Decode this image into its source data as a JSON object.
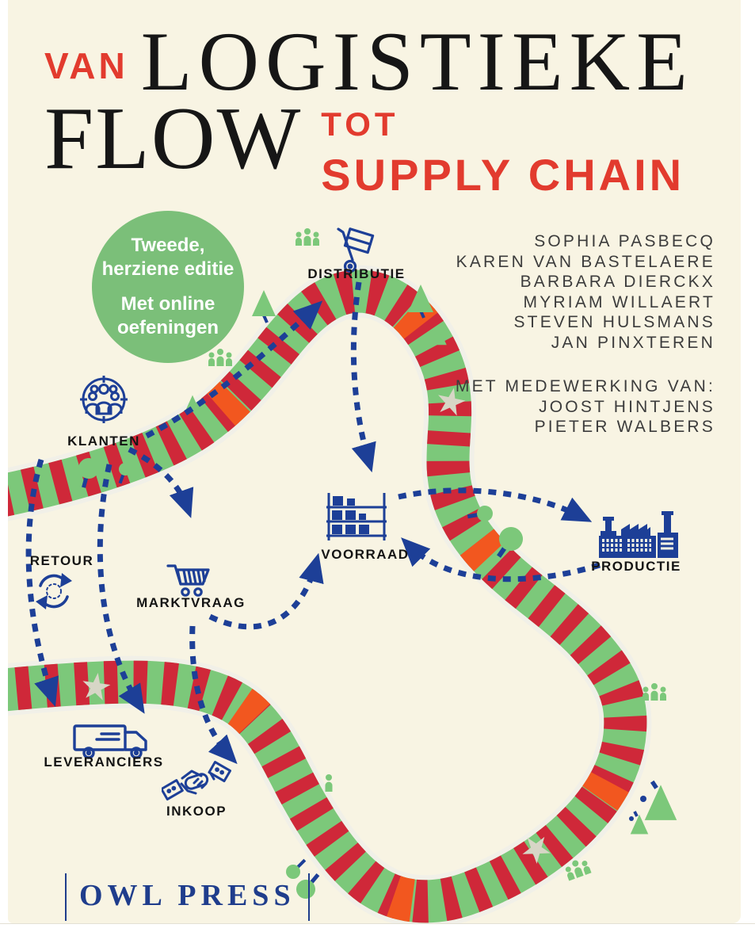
{
  "title": {
    "word_van": "VAN",
    "word_logistieke": "LOGISTIEKE",
    "word_flow": "FLOW",
    "word_tot": "TOT",
    "word_supply_chain": "SUPPLY CHAIN"
  },
  "badge": {
    "line1": "Tweede,",
    "line2": "herziene editie",
    "line3": "Met online",
    "line4": "oefeningen"
  },
  "authors": [
    "SOPHIA PASBECQ",
    "KAREN VAN BASTELAERE",
    "BARBARA DIERCKX",
    "MYRIAM WILLAERT",
    "STEVEN HULSMANS",
    "JAN PINXTEREN"
  ],
  "contributors": {
    "heading": "MET MEDEWERKING VAN:",
    "names": [
      "JOOST HINTJENS",
      "PIETER WALBERS"
    ]
  },
  "publisher": {
    "name": "OWL PRESS"
  },
  "board": {
    "nodes": [
      {
        "id": "distributie",
        "label": "DISTRIBUTIE",
        "icon": "hand-truck-icon"
      },
      {
        "id": "klanten",
        "label": "KLANTEN",
        "icon": "customers-target-icon"
      },
      {
        "id": "retour",
        "label": "RETOUR",
        "icon": "return-arrows-icon"
      },
      {
        "id": "marktvraag",
        "label": "MARKTVRAAG",
        "icon": "shopping-cart-icon"
      },
      {
        "id": "voorraad",
        "label": "VOORRAAD",
        "icon": "storage-rack-icon"
      },
      {
        "id": "productie",
        "label": "PRODUCTIE",
        "icon": "factory-icon"
      },
      {
        "id": "leveranciers",
        "label": "LEVERANCIERS",
        "icon": "delivery-truck-icon"
      },
      {
        "id": "inkoop",
        "label": "INKOOP",
        "icon": "handshake-icon"
      }
    ]
  },
  "colors": {
    "cover_background": "#f8f4e3",
    "track_green": "#7cc87a",
    "track_red": "#cf2839",
    "tile_orange": "#f2571f",
    "star_fill": "#d7d6c6",
    "flow_blue": "#1d3f97",
    "title_red": "#e23b2e",
    "title_black": "#161616",
    "badge_green": "#7bbf79",
    "publisher_blue": "#1f3d8c",
    "author_text": "#3c3c3c"
  }
}
